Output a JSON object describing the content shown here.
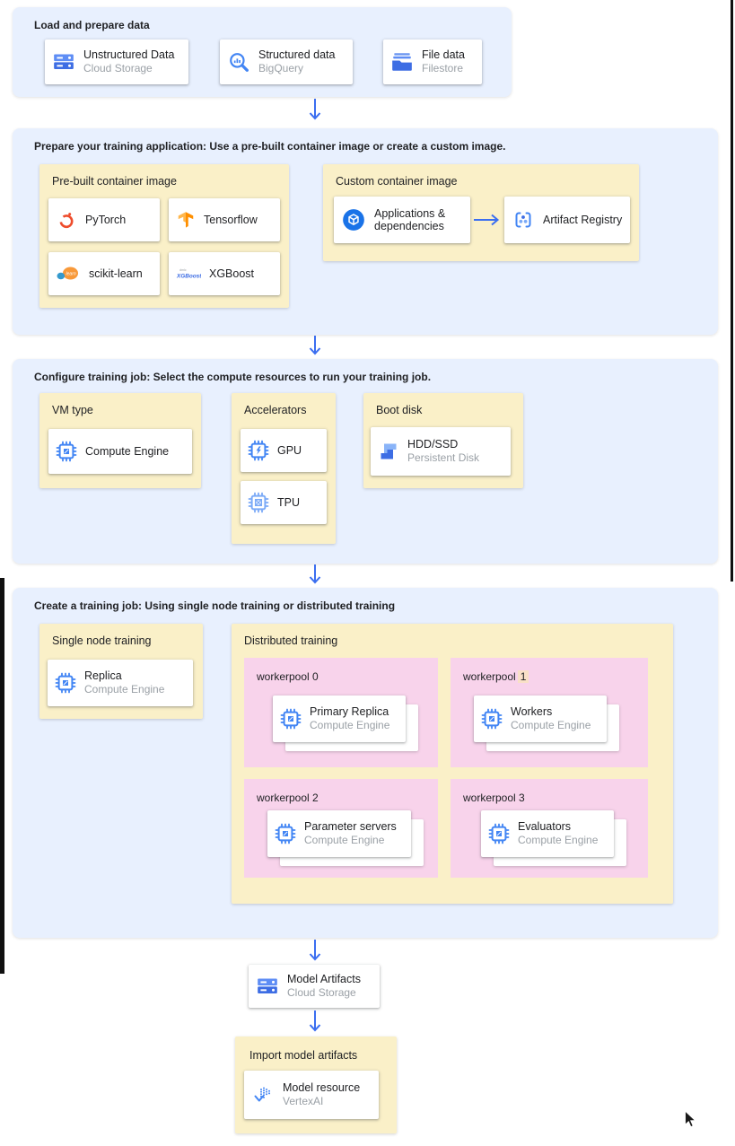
{
  "colors": {
    "section_bg": "#e8f0fe",
    "group_bg": "#faf0c8",
    "pool_bg": "#f8d3eb",
    "card_bg": "#ffffff",
    "accent_blue": "#3b6ef0",
    "icon_blue": "#4285f4",
    "text_primary": "#202124",
    "text_secondary": "#9aa0a6",
    "number_highlight": "#f9e0c7",
    "pytorch_orange": "#ee4c2c",
    "tensorflow_orange": "#ff8f00"
  },
  "load": {
    "title": "Load and prepare data",
    "cards": [
      {
        "icon": "cloud-storage-icon",
        "label": "Unstructured Data",
        "sublabel": "Cloud Storage"
      },
      {
        "icon": "bigquery-icon",
        "label": "Structured data",
        "sublabel": "BigQuery"
      },
      {
        "icon": "filestore-icon",
        "label": "File data",
        "sublabel": "Filestore"
      }
    ]
  },
  "prepare": {
    "title": "Prepare your training application: Use a pre-built container image or create a custom image.",
    "prebuilt": {
      "title": "Pre-built container image",
      "frameworks": [
        {
          "icon": "pytorch-icon",
          "label": "PyTorch"
        },
        {
          "icon": "tensorflow-icon",
          "label": "Tensorflow"
        },
        {
          "icon": "scikit-learn-icon",
          "label": "scikit-learn"
        },
        {
          "icon": "xgboost-icon",
          "label": "XGBoost"
        }
      ]
    },
    "custom": {
      "title": "Custom container image",
      "source_card": {
        "icon": "applications-icon",
        "label": "Applications & dependencies"
      },
      "target_card": {
        "icon": "artifact-registry-icon",
        "label": "Artifact Registry"
      }
    }
  },
  "configure": {
    "title": "Configure training job: Select the compute resources to run your training job.",
    "vm_type": {
      "title": "VM type",
      "card": {
        "icon": "compute-engine-icon",
        "label": "Compute Engine"
      }
    },
    "accelerators": {
      "title": "Accelerators",
      "gpu": {
        "icon": "gpu-icon",
        "label": "GPU"
      },
      "tpu": {
        "icon": "tpu-icon",
        "label": "TPU"
      }
    },
    "boot_disk": {
      "title": "Boot disk",
      "card": {
        "icon": "persistent-disk-icon",
        "label": "HDD/SSD",
        "sublabel": "Persistent Disk"
      }
    }
  },
  "create": {
    "title": "Create a training job: Using single node training or distributed training",
    "single_node": {
      "title": "Single node training",
      "card": {
        "icon": "compute-engine-icon",
        "label": "Replica",
        "sublabel": "Compute Engine"
      }
    },
    "distributed": {
      "title": "Distributed training",
      "pools": [
        {
          "name": "workerpool 0",
          "card": {
            "icon": "compute-engine-icon",
            "label": "Primary Replica",
            "sublabel": "Compute Engine"
          }
        },
        {
          "name": "workerpool",
          "number": "1",
          "card": {
            "icon": "compute-engine-icon",
            "label": "Workers",
            "sublabel": "Compute Engine"
          }
        },
        {
          "name": "workerpool 2",
          "card": {
            "icon": "compute-engine-icon",
            "label": "Parameter servers",
            "sublabel": "Compute Engine"
          }
        },
        {
          "name": "workerpool 3",
          "card": {
            "icon": "compute-engine-icon",
            "label": "Evaluators",
            "sublabel": "Compute Engine"
          }
        }
      ]
    }
  },
  "model_artifacts": {
    "icon": "cloud-storage-icon",
    "label": "Model Artifacts",
    "sublabel": "Cloud Storage"
  },
  "import_model": {
    "title": "Import model artifacts",
    "card": {
      "icon": "vertex-ai-icon",
      "label": "Model resource",
      "sublabel": "VertexAI"
    }
  }
}
